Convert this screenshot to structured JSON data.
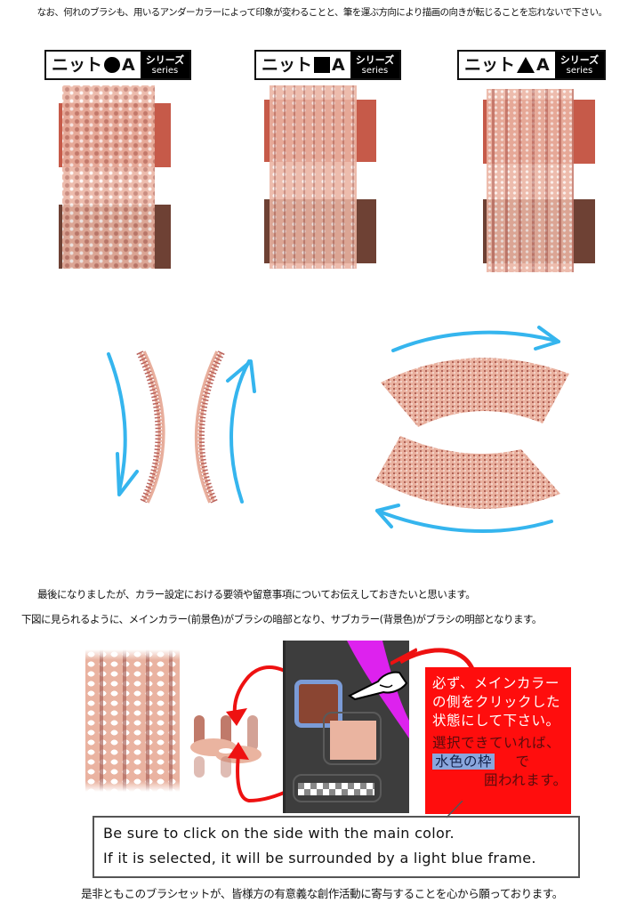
{
  "intro": {
    "text": "なお、何れのブラシも、用いるアンダーカラーによって印象が変わることと、筆を運ぶ方向により描画の向きが転じることを忘れないで下さい。"
  },
  "series": [
    {
      "name_prefix": "ニット",
      "shape": "circle",
      "name_suffix": "A",
      "tag_jp": "シリーズ",
      "tag_en": "series"
    },
    {
      "name_prefix": "ニット",
      "shape": "square",
      "name_suffix": "A",
      "tag_jp": "シリーズ",
      "tag_en": "series"
    },
    {
      "name_prefix": "ニット",
      "shape": "triangle",
      "name_suffix": "A",
      "tag_jp": "シリーズ",
      "tag_en": "series"
    }
  ],
  "colors": {
    "under_red": "#c65a49",
    "under_brown": "#6e4134",
    "knit_light": "#ebb3a2",
    "arrow_blue": "#35b5ee",
    "arrow_red": "#ee1111",
    "main_color": "#8a4532",
    "sub_color": "#eab4a0",
    "selection_frame": "#7b9bd6",
    "note_bg": "#ff0d0d",
    "panel_bg": "#3d3d3d",
    "magenta": "#dd22ee"
  },
  "section2": {
    "line1": "最後になりましたが、カラー設定における要領や留意事項についてお伝えしておきたいと思います。",
    "line2": "下図に見られるように、メインカラー(前景色)がブラシの暗部となり、サブカラー(背景色)がブラシの明部となります。"
  },
  "note": {
    "line1": "必ず、メインカラー",
    "line2": "の側をクリックした",
    "line3": "状態にして下さい。",
    "line4": "選択できていれば、",
    "highlight": "水色の枠",
    "line5_suffix": "で",
    "line6": "囲われます。"
  },
  "english_note": {
    "line1": "Be  sure to click on the side with the main color.",
    "line2": "If it is selected, it will be surrounded by a light blue frame."
  },
  "footer": {
    "text": "是非ともこのブラシセットが、皆様方の有意義な創作活動に寄与することを心から願っております。"
  }
}
